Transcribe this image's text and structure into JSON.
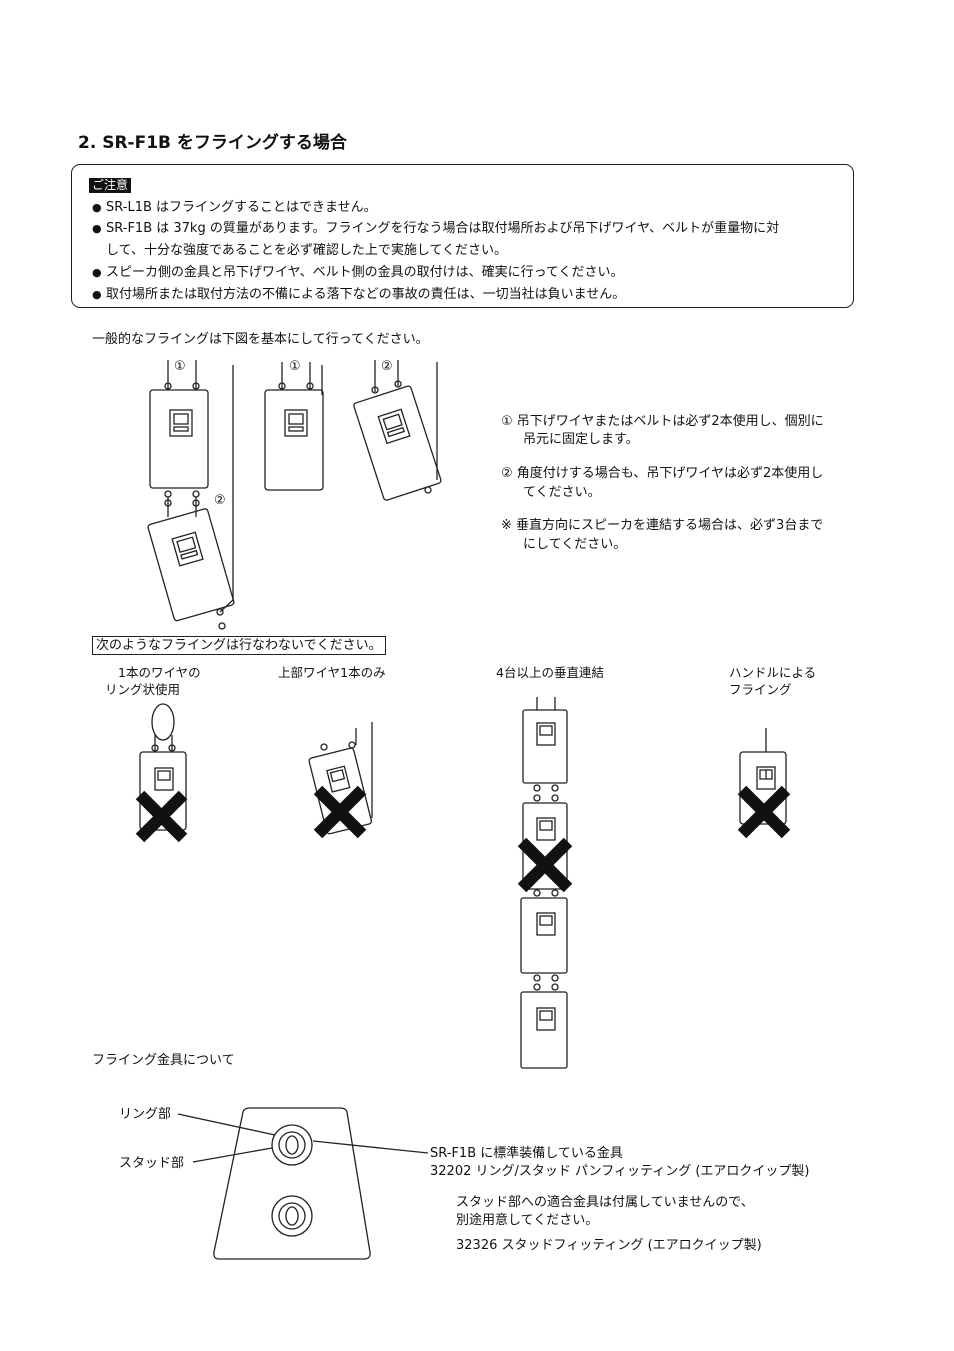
{
  "section_title": "2. SR-F1B をフライングする場合",
  "caution": {
    "label": "ご注意",
    "items": [
      "SR-L1B はフライングすることはできません。",
      "SR-F1B は 37kg の質量があります。フライングを行なう場合は取付場所および吊下げワイヤ、ベルトが重量物に対",
      "して、十分な強度であることを必ず確認した上で実施してください。",
      "スピーカ側の金具と吊下げワイヤ、ベルト側の金具の取付けは、確実に行ってください。",
      "取付場所または取付方法の不備による落下などの事故の責任は、一切当社は負いません。"
    ]
  },
  "general_intro": "一般的なフライングは下図を基本にして行ってください。",
  "diagram_markers": [
    "①",
    "①",
    "②",
    "②"
  ],
  "notes": [
    {
      "mark": "①",
      "line1": "吊下げワイヤまたはベルトは必ず2本使用し、個別に",
      "line2": "吊元に固定します。"
    },
    {
      "mark": "②",
      "line1": "角度付けする場合も、吊下げワイヤは必ず2本使用し",
      "line2": "てください。"
    },
    {
      "mark": "※",
      "line1": "垂直方向にスピーカを連結する場合は、必ず3台まで",
      "line2": "にしてください。"
    }
  ],
  "prohibited_header": "次のようなフライングは行なわないでください。",
  "prohibited": [
    {
      "line1": "1本のワイヤの",
      "line2": "リング状使用"
    },
    {
      "line1": "上部ワイヤ1本のみ",
      "line2": ""
    },
    {
      "line1": "4台以上の垂直連結",
      "line2": ""
    },
    {
      "line1": "ハンドルによる",
      "line2": "フライング"
    }
  ],
  "fittings": {
    "heading": "フライング金具について",
    "ring_label": "リング部",
    "stud_label": "スタッド部",
    "standard_line": "SR-F1B に標準装備している金具",
    "standard_part": "32202  リング/スタッド  パンフィッティング (エアロクイップ製)",
    "note_line1": "スタッド部への適合金具は付属していませんので、",
    "note_line2": "別途用意してください。",
    "stud_part": "32326  スタッドフィッティング  (エアロクイップ製)"
  }
}
